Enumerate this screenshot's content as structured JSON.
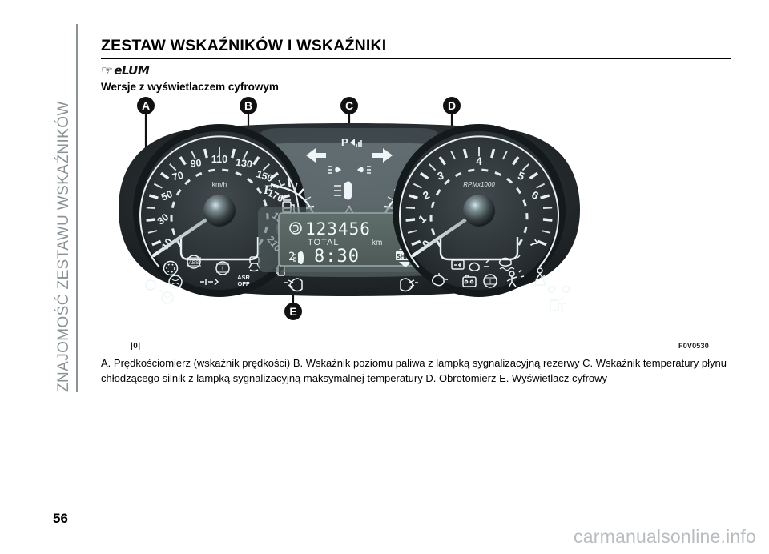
{
  "sidebar": {
    "chapter_label": "ZNAJOMOŚĆ ZESTAWU WSKAŹNIKÓW"
  },
  "header": {
    "title": "ZESTAW WSKAŹNIKÓW I WSKAŹNIKI",
    "elum_hand_icon": "pointing-hand-icon",
    "elum_text": "eLUM",
    "subtitle": "Wersje z wyświetlaczem cyfrowym"
  },
  "figure": {
    "code_left": "|0|",
    "code_right": "F0V0530",
    "callouts": [
      {
        "id": "A",
        "label": "A"
      },
      {
        "id": "B",
        "label": "B"
      },
      {
        "id": "C",
        "label": "C"
      },
      {
        "id": "D",
        "label": "D"
      },
      {
        "id": "E",
        "label": "E"
      }
    ],
    "speedometer": {
      "unit": "km/h",
      "ticks": [
        "10",
        "30",
        "50",
        "70",
        "90",
        "110",
        "130",
        "150",
        "170",
        "190",
        "210"
      ]
    },
    "tachometer": {
      "unit": "RPMx1000",
      "ticks": [
        "0",
        "1",
        "2",
        "3",
        "4",
        "5",
        "6",
        "7"
      ]
    },
    "fuel_gauge": {
      "full_label": "F",
      "empty_label": "E",
      "icon": "fuel-pump-icon"
    },
    "temp_gauge": {
      "hot_label": "H",
      "cold_label": "C",
      "icon": "coolant-temp-icon"
    },
    "display": {
      "odometer": "123456",
      "odometer_label": "TOTAL",
      "odometer_unit": "km",
      "gear": "2",
      "clock": "8:30",
      "shift_label": "SHIFT",
      "service_icon": "service-wrench-icon"
    },
    "telltales_center": [
      "left-turn-arrow-icon",
      "park-assist-icon",
      "right-turn-arrow-icon",
      "side-lights-icon",
      "high-beam-icon",
      "hazard-triangle-icon"
    ],
    "telltales_left": [
      "abs-icon",
      "brake-warning-icon",
      "airbag-icon",
      "door-open-icon",
      "esp-icon",
      "glow-plug-icon",
      "asr-off-icon",
      "rear-fog-icon",
      "key-icon",
      "dpf-icon"
    ],
    "telltales_right": [
      "battery-icon",
      "oil-pressure-icon",
      "oil-level-icon",
      "engine-check-icon",
      "seatbelt-icon",
      "water-in-fuel-icon",
      "handbrake-icon",
      "door-ajar-person-icon",
      "front-fog-icon",
      "low-fuel-icon",
      "bulb-failure-icon"
    ]
  },
  "caption": {
    "text": "A. Prędkościomierz (wskaźnik prędkości) B. Wskaźnik poziomu paliwa z lampką sygnalizacyjną rezerwy C. Wskaźnik temperatury płynu chłodzącego silnik z lampką sygnalizacyjną maksymalnej temperatury D. Obrotomierz E. Wyświetlacz cyfrowy"
  },
  "footer": {
    "page_number": "56",
    "watermark": "carmanualsonline.info"
  },
  "colors": {
    "side_text": "#8a9296",
    "cluster_dark": "#1c2022",
    "cluster_face": "#6e7b7e",
    "dial_face": "#2b3134",
    "watermark": "#b9bdc0"
  }
}
